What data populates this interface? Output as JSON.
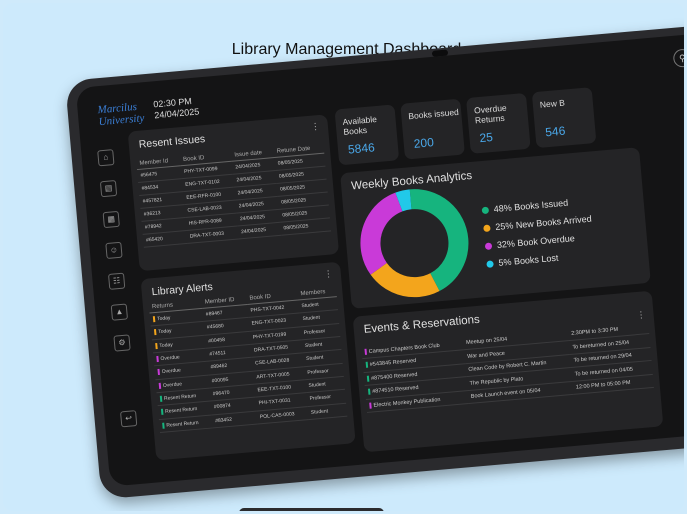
{
  "page": {
    "title": "Library Management Dashboard"
  },
  "header": {
    "brand_line1": "Marcilus",
    "brand_line2": "University",
    "time": "02:30 PM",
    "date": "24/04/2025"
  },
  "recent_issues": {
    "title": "Resent Issues",
    "columns": [
      "Member Id",
      "Book ID",
      "Issue date",
      "Retune Date"
    ],
    "rows": [
      [
        "#56475",
        "PHY-TXT-0099",
        "24/04/2025",
        "08/05/2025"
      ],
      [
        "#84534",
        "ENG-TXT-0102",
        "24/04/2025",
        "08/05/2025"
      ],
      [
        "#457821",
        "EEE-RFR-0100",
        "24/04/2025",
        "08/05/2025"
      ],
      [
        "#36213",
        "CSE-LAB-0023",
        "24/04/2025",
        "08/05/2025"
      ],
      [
        "#78942",
        "HIS-RFR-0089",
        "24/04/2025",
        "08/05/2025"
      ],
      [
        "#65420",
        "DRA-TXT-0003",
        "24/04/2025",
        "08/05/2025"
      ]
    ]
  },
  "alerts": {
    "title": "Library Alerts",
    "columns": [
      "Returns",
      "Member ID",
      "Book ID",
      "Members"
    ],
    "rows": [
      [
        "Today",
        "#89467",
        "PHS-TXT-0042",
        "Student"
      ],
      [
        "Today",
        "#45680",
        "ENG-TXT-0023",
        "Student"
      ],
      [
        "Today",
        "#00458",
        "PHY-TXT-0199",
        "Professor"
      ],
      [
        "Overdue",
        "#74511",
        "DRA-TXT-0505",
        "Student"
      ],
      [
        "Overdue",
        "#89462",
        "CSE-LAB-0028",
        "Student"
      ],
      [
        "Overdue",
        "#00095",
        "ART-TXT-0005",
        "Professor"
      ],
      [
        "Resent Return",
        "#96470",
        "EEE-TXT-0100",
        "Student"
      ],
      [
        "Resent Return",
        "#00874",
        "PHI-TXT-0031",
        "Professor"
      ],
      [
        "Resent Return",
        "#83452",
        "POL-CAS-0003",
        "Student"
      ]
    ]
  },
  "stats": [
    {
      "label_l1": "Available",
      "label_l2": "Books",
      "value": "5846"
    },
    {
      "label_l1": "Books issued",
      "label_l2": "",
      "value": "200"
    },
    {
      "label_l1": "Overdue",
      "label_l2": "Returns",
      "value": "25"
    },
    {
      "label_l1": "New B",
      "label_l2": "",
      "value": "546"
    }
  ],
  "analytics": {
    "title": "Weekly Books Analytics",
    "legend": [
      {
        "label": "48% Books Issued",
        "color": "#16b47e"
      },
      {
        "label": "25% New Books Arrived",
        "color": "#f3a51c"
      },
      {
        "label": "32% Book Overdue",
        "color": "#c93ad8"
      },
      {
        "label": "5% Books Lost",
        "color": "#21c9e9"
      }
    ]
  },
  "chart_data": {
    "type": "pie",
    "title": "Weekly Books Analytics",
    "categories": [
      "Books Issued",
      "New Books Arrived",
      "Book Overdue",
      "Books Lost"
    ],
    "values": [
      48,
      25,
      32,
      5
    ],
    "colors": [
      "#16b47e",
      "#f3a51c",
      "#c93ad8",
      "#21c9e9"
    ]
  },
  "events": {
    "title": "Events & Reservations",
    "rows": [
      [
        "Campus Chapters Book Club",
        "Meetup on 25/04",
        "2:30PM to 3:30 PM"
      ],
      [
        "#543845 Reserved",
        "War and Peace",
        "To bereturned on 25/04"
      ],
      [
        "#875400 Reserved",
        "Clean Code by Robert C. Martin",
        "To be returned on 29/04"
      ],
      [
        "#874510 Reserved",
        "The Republic by Plato",
        "To be returned on 04/05"
      ],
      [
        "Electric Monkey Publication",
        "Book Launch event on 05/04",
        "12:00 PM to 05:00 PM"
      ]
    ]
  }
}
